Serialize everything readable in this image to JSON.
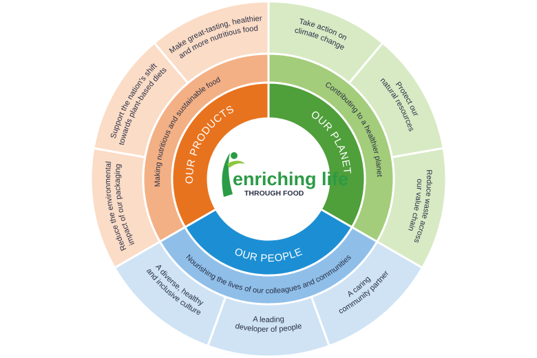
{
  "center": {
    "logo_main": "enriching life",
    "logo_sub": "THROUGH FOOD",
    "logo_icon": "leaping-person-icon"
  },
  "pillars": {
    "products": {
      "core_label": "OUR PRODUCTS",
      "band_label": "Making nutritious and sustainable food",
      "core_color": "#e8731e",
      "band_color": "#f3b085",
      "outer_color": "#fbdcc6"
    },
    "planet": {
      "core_label": "OUR PLANET",
      "band_label": "Contributing to a healthier planet",
      "core_color": "#4f9f3a",
      "band_color": "#a3cd7a",
      "outer_color": "#d7eac4"
    },
    "people": {
      "core_label": "OUR PEOPLE",
      "band_label": "Nourishing the lives of our colleagues and communities",
      "core_color": "#1c8fd4",
      "band_color": "#8fbfe9",
      "outer_color": "#cfe3f5"
    }
  },
  "outer": {
    "products": [
      {
        "line1": "Make great-tasting, healthier",
        "line2": "and more nutritious food"
      },
      {
        "line1": "Support the nation's shift",
        "line2": "towards plant-based diets"
      },
      {
        "line1": "Reduce the environmental",
        "line2": "impact of our packaging"
      }
    ],
    "planet": [
      {
        "line1": "Take action on",
        "line2": "climate change"
      },
      {
        "line1": "Protect our",
        "line2": "natural resources"
      },
      {
        "line1": "Reduce waste across",
        "line2": "our value chain"
      }
    ],
    "people": [
      {
        "line1": "A caring",
        "line2": "community partner"
      },
      {
        "line1": "A leading",
        "line2": "developer of people"
      },
      {
        "line1": "A diverse, healthy",
        "line2": "and inclusive culture"
      }
    ]
  }
}
